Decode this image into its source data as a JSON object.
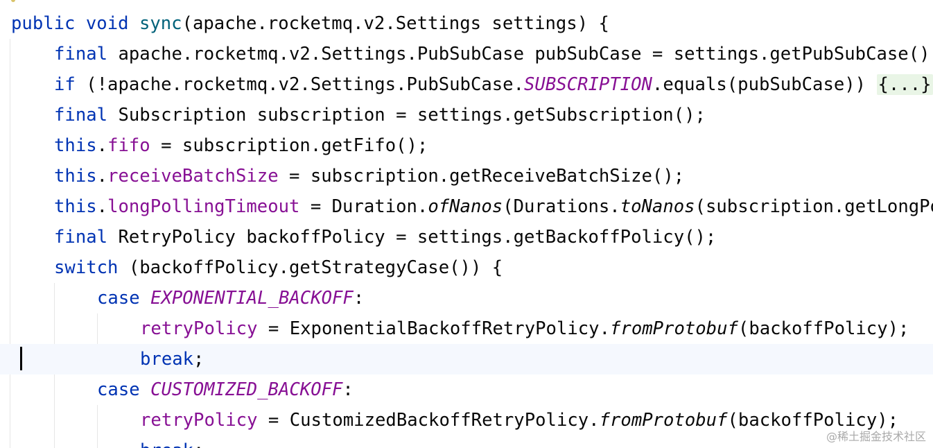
{
  "lines": {
    "l1": {
      "kw_public": "public",
      "kw_void": "void",
      "method": "sync",
      "rest": "(apache.rocketmq.v2.Settings settings) {"
    },
    "l2": {
      "kw": "final",
      "rest": " apache.rocketmq.v2.Settings.PubSubCase pubSubCase = settings.getPubSubCase()"
    },
    "l3": {
      "kw": "if",
      "pre": " (!apache.rocketmq.v2.Settings.PubSubCase.",
      "const": "SUBSCRIPTION",
      "post": ".equals(pubSubCase)) ",
      "fold": "{...}"
    },
    "l4": {
      "kw": "final",
      "rest": " Subscription subscription = settings.getSubscription();"
    },
    "l5": {
      "kw": "this",
      "dot": ".",
      "field": "fifo",
      "rest": " = subscription.getFifo();"
    },
    "l6": {
      "kw": "this",
      "dot": ".",
      "field": "receiveBatchSize",
      "rest": " = subscription.getReceiveBatchSize();"
    },
    "l7": {
      "kw": "this",
      "dot": ".",
      "field": "longPollingTimeout",
      "a": " = Duration.",
      "m1": "ofNanos",
      "b": "(Durations.",
      "m2": "toNanos",
      "c": "(subscription.getLongPollingTimeout()));"
    },
    "l8": {
      "kw": "final",
      "rest": " RetryPolicy backoffPolicy = settings.getBackoffPolicy();"
    },
    "l9": {
      "kw": "switch",
      "rest": " (backoffPolicy.getStrategyCase()) {"
    },
    "l10": {
      "kw": "case",
      "sp": " ",
      "const": "EXPONENTIAL_BACKOFF",
      "rest": ":"
    },
    "l11": {
      "field": "retryPolicy",
      "a": " = ExponentialBackoffRetryPolicy.",
      "m": "fromProtobuf",
      "b": "(backoffPolicy);"
    },
    "l12": {
      "kw": "break",
      "rest": ";"
    },
    "l13": {
      "kw": "case",
      "sp": " ",
      "const": "CUSTOMIZED_BACKOFF",
      "rest": ":"
    },
    "l14": {
      "field": "retryPolicy",
      "a": " = CustomizedBackoffRetryPolicy.",
      "m": "fromProtobuf",
      "b": "(backoffPolicy);"
    },
    "l15": {
      "kw": "break",
      "rest": ";"
    }
  },
  "watermark": "@稀土掘金技术社区",
  "colors": {
    "keyword": "#0033b3",
    "field": "#871094",
    "method_decl": "#00627a",
    "text": "#080808",
    "current_line": "#f5f8fe",
    "fold_bg": "#e9f5e6"
  }
}
